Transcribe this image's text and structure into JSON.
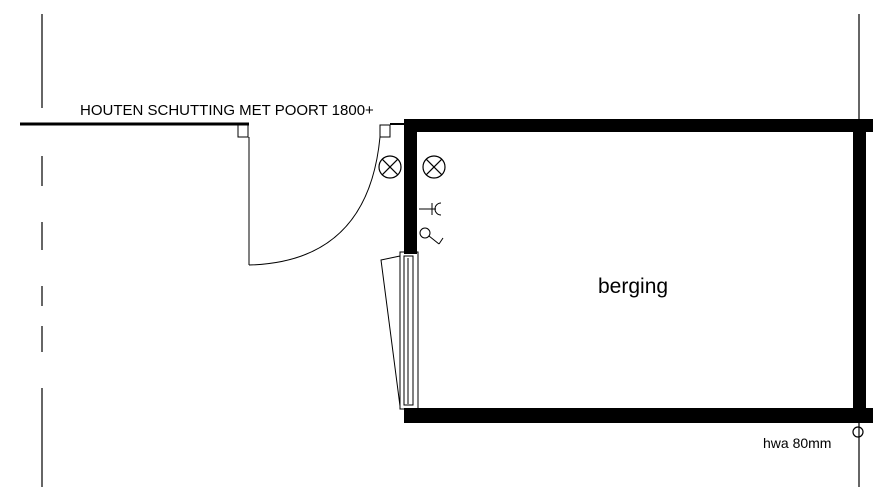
{
  "labels": {
    "fence": "HOUTEN SCHUTTING MET POORT 1800+",
    "room": "berging",
    "downpipe": "hwa 80mm"
  },
  "colors": {
    "ink": "#000000",
    "background": "#ffffff"
  },
  "icons": [
    "light-fixture-icon",
    "light-fixture-icon",
    "electrical-socket-icon",
    "light-switch-icon",
    "downpipe-icon"
  ]
}
